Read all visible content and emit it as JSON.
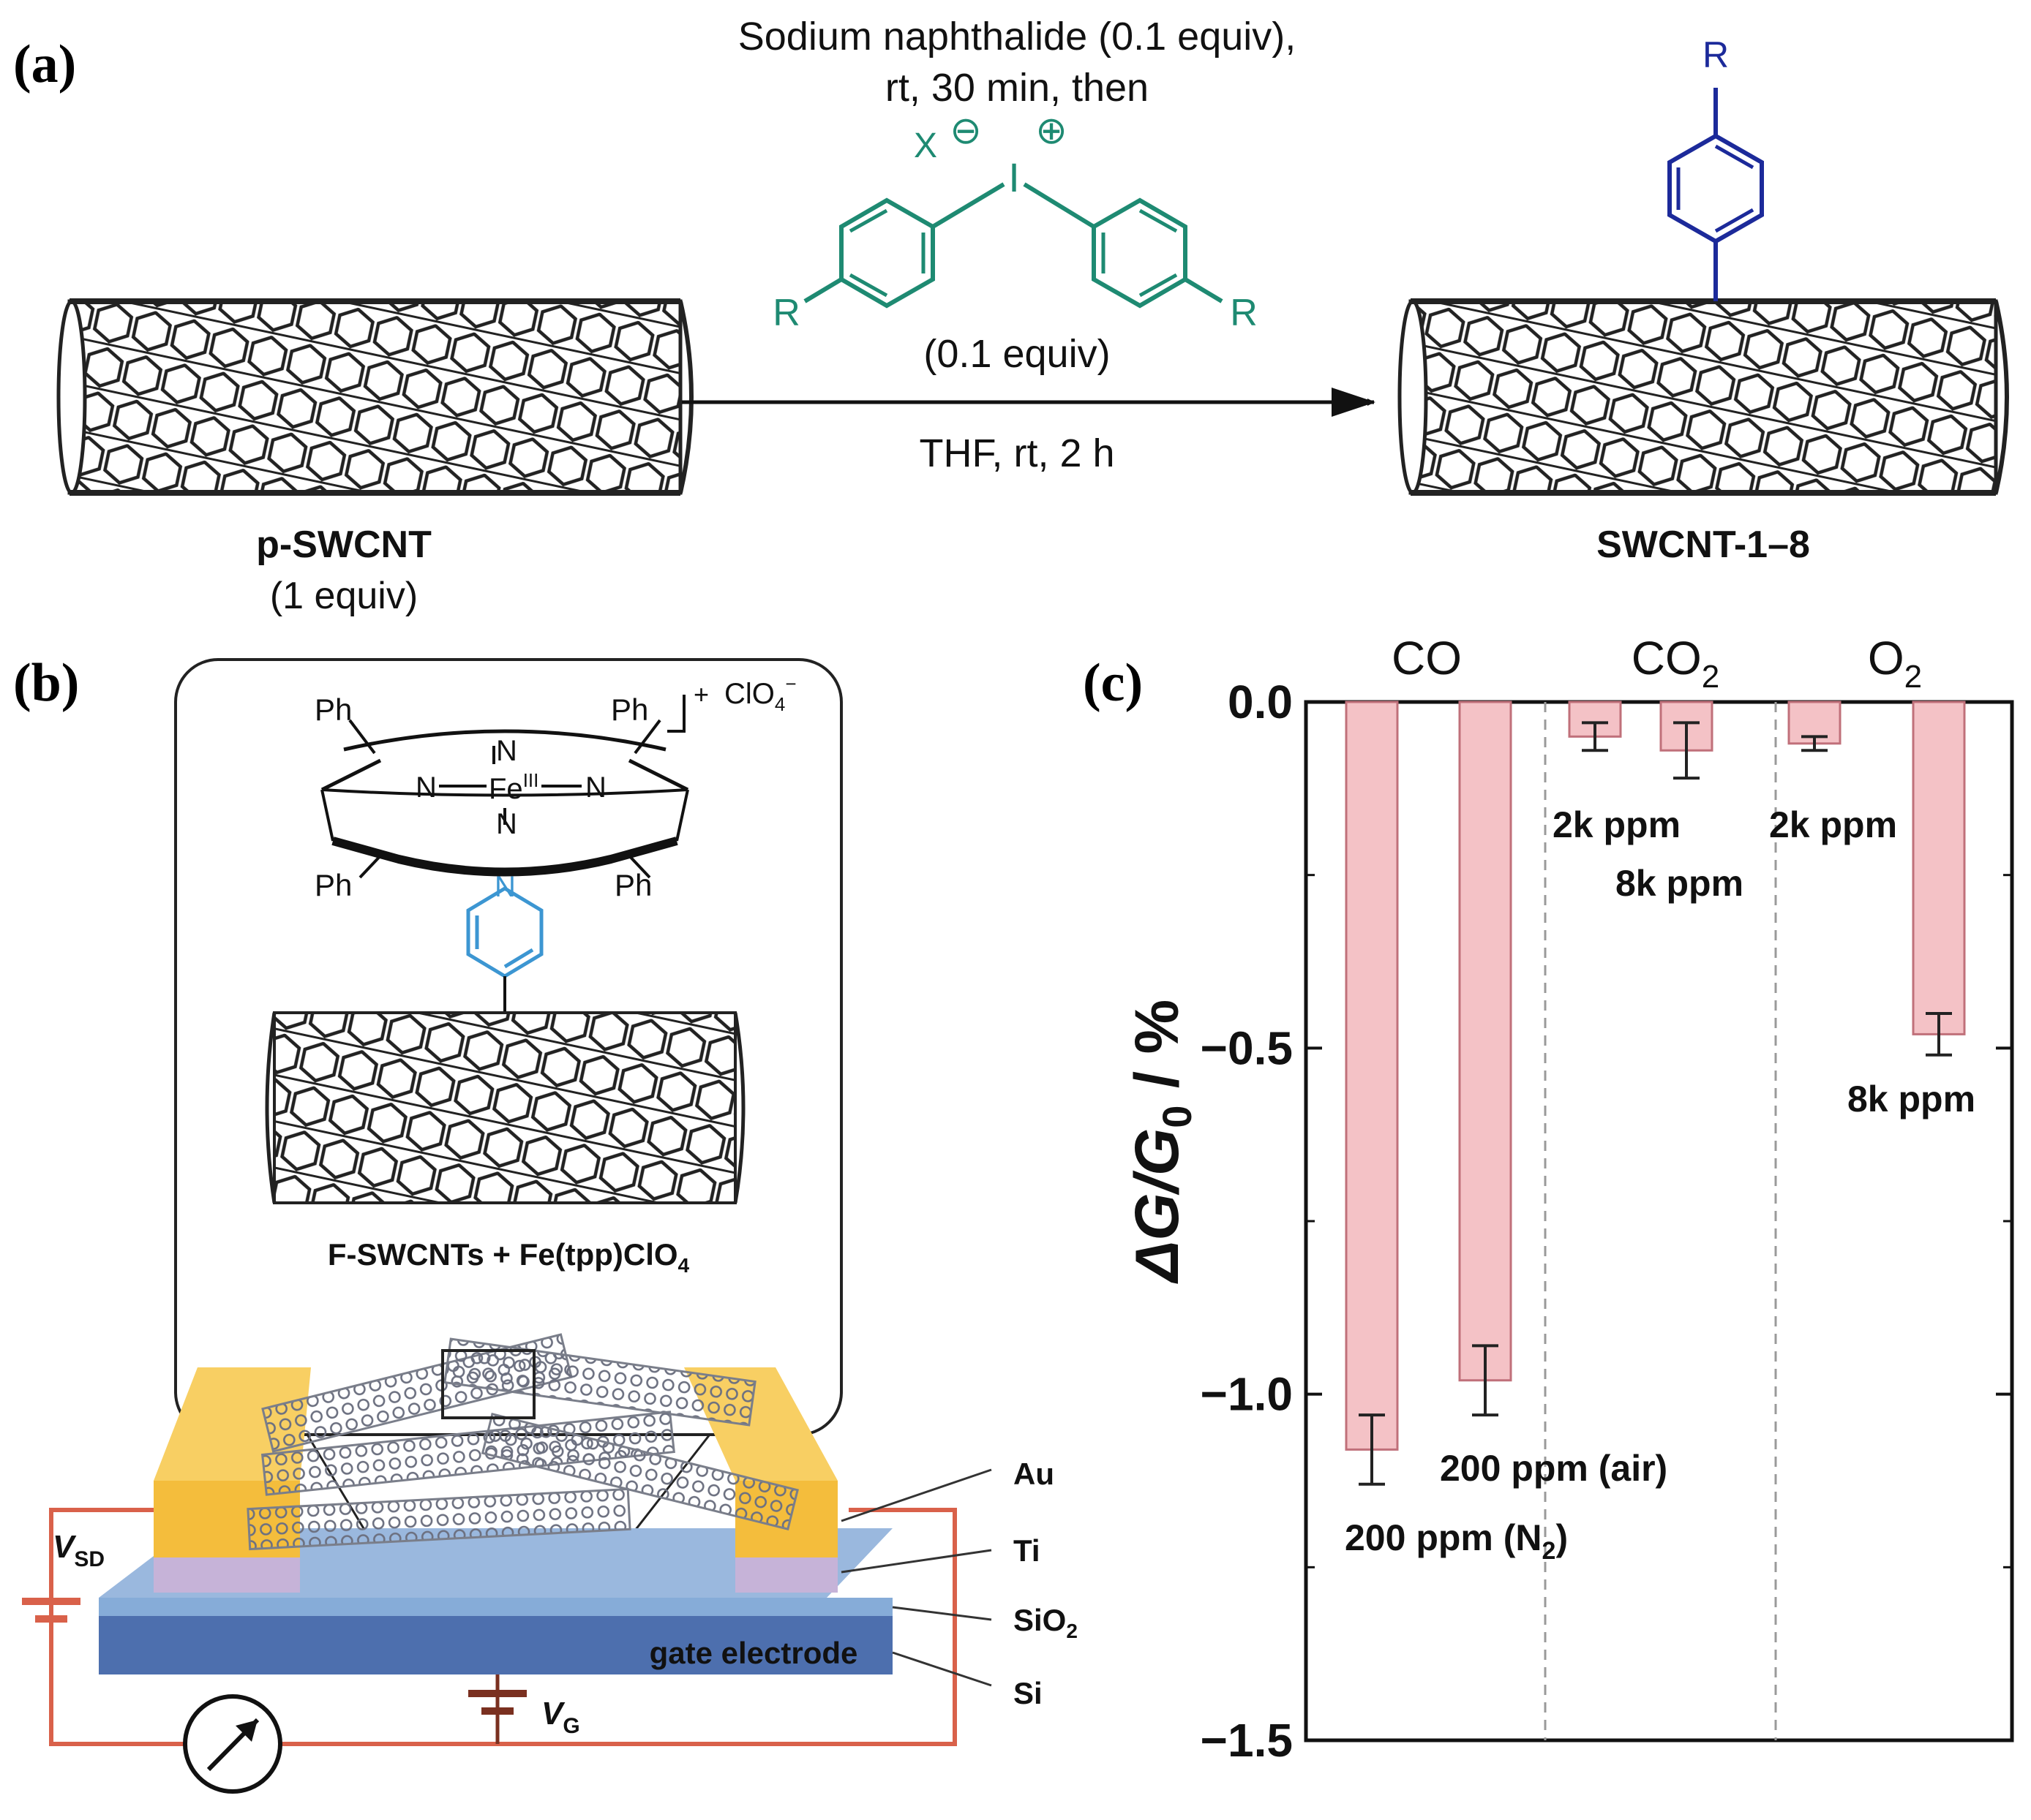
{
  "panel_a": {
    "label": "(a)",
    "conditions_line1": "Sodium naphthalide (0.1 equiv),",
    "conditions_line2": "rt, 30 min, then",
    "reagent_counterion": "X",
    "reagent_minus": "⊖",
    "reagent_plus": "⊕",
    "reagent_iodine": "I",
    "reagent_r_left": "R",
    "reagent_r_right": "R",
    "reagent_equiv": "(0.1 equiv)",
    "solvent_conditions": "THF, rt, 2 h",
    "start_name": "p-SWCNT",
    "start_equiv": "(1 equiv)",
    "product_r": "R",
    "product_name": "SWCNT-1–8",
    "colors": {
      "reagent": "#1e8a72",
      "product_aryl": "#1c2a9a"
    }
  },
  "panel_b": {
    "label": "(b)",
    "complex_charge": "+",
    "complex_counterion": "ClO",
    "complex_counterion_sub": "4",
    "complex_counterion_sup": "−",
    "ph_tl": "Ph",
    "ph_tr": "Ph",
    "ph_bl": "Ph",
    "ph_br": "Ph",
    "atom_n_top": "N",
    "atom_n_left": "N",
    "atom_n_right": "N",
    "atom_n_bottom": "N",
    "atom_fe": "Fe",
    "atom_fe_sup": "III",
    "atom_n_pyridine": "N",
    "caption_main": "F-SWCNTs + Fe(tpp)ClO",
    "caption_sub": "4",
    "layer_au": "Au",
    "layer_ti": "Ti",
    "layer_sio2": "SiO",
    "layer_sio2_sub": "2",
    "layer_si": "Si",
    "gate_label": "gate electrode",
    "vsd": "V",
    "vsd_sub": "SD",
    "vg": "V",
    "vg_sub": "G",
    "colors": {
      "gold": "#f4bd3c",
      "ti": "#c6b3d8",
      "sio2": "#86acd8",
      "si": "#4d6fae",
      "circuit": "#d9614a",
      "pyridine": "#3c96d2"
    }
  },
  "panel_c": {
    "label": "(c)",
    "group_co": "CO",
    "group_co2": "CO",
    "group_co2_sub": "2",
    "group_o2": "O",
    "group_o2_sub": "2",
    "ylabel_main": "ΔG/G",
    "ylabel_sub": "0",
    "ylabel_unit": " / %",
    "bar_labels": {
      "co_n2": "200 ppm (N",
      "co_n2_sub": "2",
      "co_n2_close": ")",
      "co_air": "200 ppm (air)",
      "co2_2k": "2k ppm",
      "co2_8k": "8k ppm",
      "o2_2k": "2k ppm",
      "o2_8k": "8k ppm"
    },
    "colors": {
      "bar_fill": "#f4c2c6",
      "bar_edge": "#c0707a"
    }
  },
  "chart_data": {
    "type": "bar",
    "categories": [
      "CO 200 ppm (N2)",
      "CO 200 ppm (air)",
      "CO2 2k ppm",
      "CO2 8k ppm",
      "O2 2k ppm",
      "O2 8k ppm"
    ],
    "groups": [
      "CO",
      "CO2",
      "O2"
    ],
    "values": [
      -1.08,
      -0.98,
      -0.05,
      -0.07,
      -0.06,
      -0.48
    ],
    "errors": [
      0.05,
      0.05,
      0.02,
      0.04,
      0.01,
      0.03
    ],
    "yticks": [
      0.0,
      -0.5,
      -1.0,
      -1.5
    ],
    "ytick_labels": [
      "0.0",
      "−0.5",
      "−1.0",
      "−1.5"
    ],
    "ylim": [
      -1.5,
      0.0
    ],
    "ylabel": "ΔG/G0 / %",
    "grid": false
  }
}
